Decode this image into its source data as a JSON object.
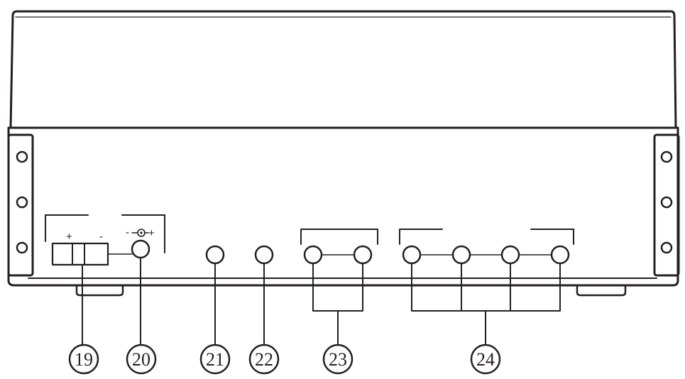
{
  "diagram": {
    "callouts": [
      {
        "id": "19",
        "text": "19"
      },
      {
        "id": "20",
        "text": "20"
      },
      {
        "id": "21",
        "text": "21"
      },
      {
        "id": "22",
        "text": "22"
      },
      {
        "id": "23",
        "text": "23"
      },
      {
        "id": "24",
        "text": "24"
      }
    ],
    "polarity_marks": {
      "plus_1": "+",
      "minus_1": "-",
      "dc_minus": "-",
      "dc_plus": "+"
    }
  }
}
